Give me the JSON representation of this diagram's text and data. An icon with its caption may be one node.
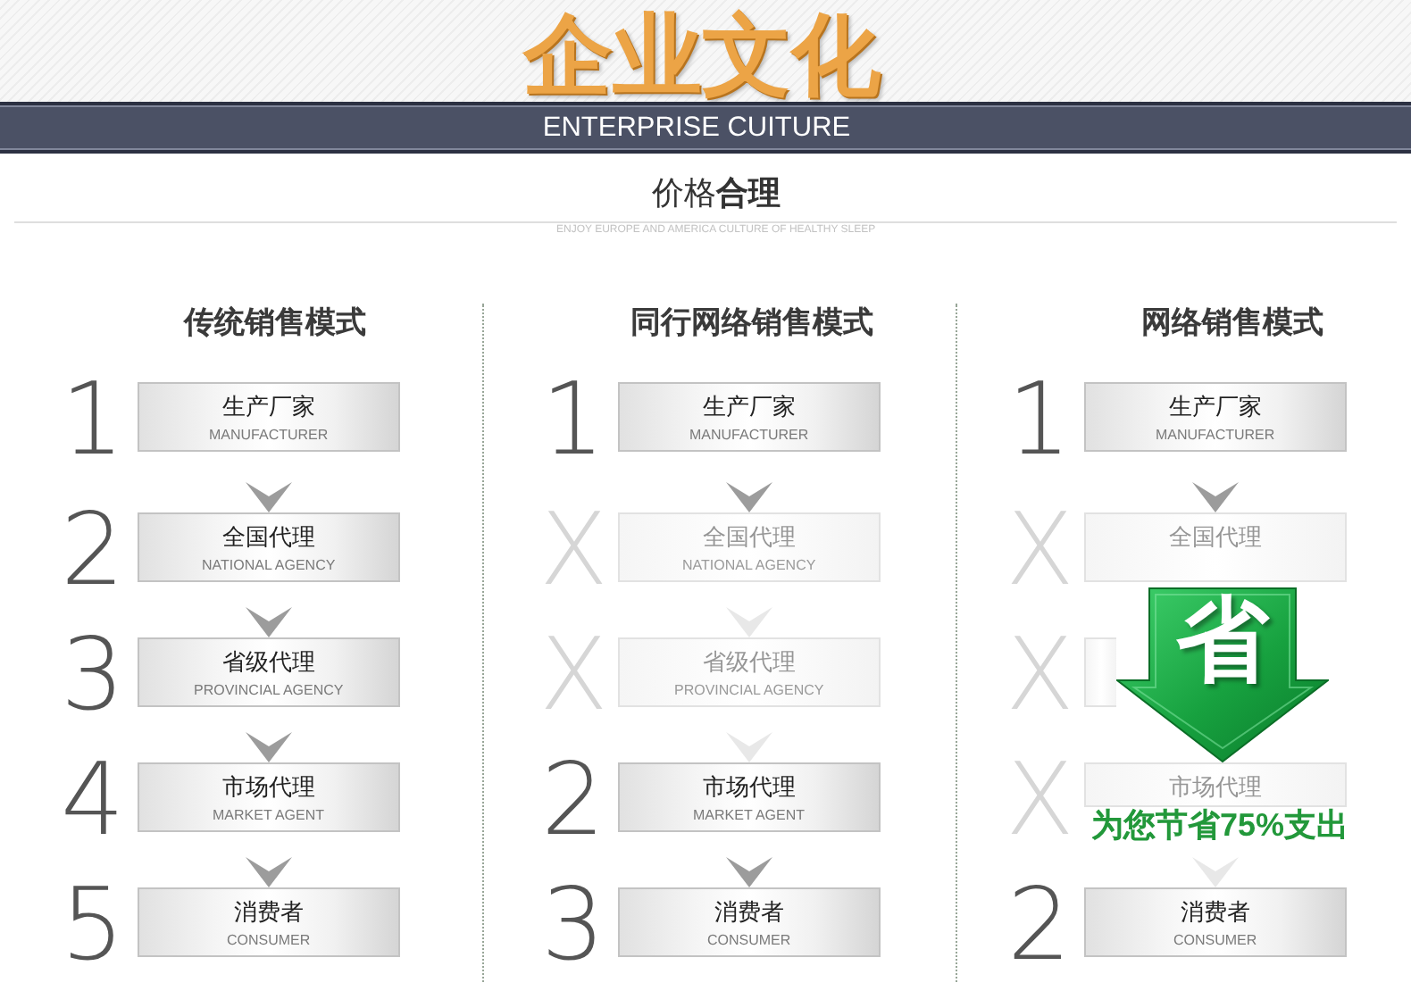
{
  "diagram": {
    "title": "企业文化",
    "nodes": [
      {
        "text": [
          "生产厂家",
          "MANUFACTURER"
        ],
        "beside": [
          "1"
        ]
      },
      {
        "text": [
          "全国代理",
          "NATIONAL AGENCY"
        ],
        "beside": [
          "2"
        ]
      },
      {
        "text": [
          "省级代理",
          "PROVINCIAL AGENCY"
        ],
        "beside": [
          "3"
        ]
      },
      {
        "text": [
          "市场代理",
          "MARKET AGENT"
        ],
        "beside": [
          "4"
        ]
      },
      {
        "text": [
          "消费者",
          "CONSUMER"
        ],
        "beside": [
          "5"
        ]
      },
      {
        "text": [
          "生产厂家",
          "MANUFACTURER"
        ],
        "beside": [
          "1"
        ]
      },
      {
        "text": [
          "全国代理",
          "NATIONAL AGENCY"
        ],
        "beside": [
          "X"
        ]
      },
      {
        "text": [
          "省级代理",
          "PROVINCIAL AGENCY"
        ],
        "beside": [
          "X"
        ]
      },
      {
        "text": [
          "市场代理",
          "MARKET AGENT"
        ],
        "beside": [
          "2"
        ]
      },
      {
        "text": [
          "消费者",
          "CONSUMER"
        ],
        "beside": [
          "3"
        ]
      },
      {
        "text": [
          "生产厂家",
          "MANUFACTURER"
        ],
        "beside": [
          "1"
        ]
      },
      {
        "text": [
          "全国代理"
        ],
        "beside": [
          "X"
        ]
      },
      {
        "text": [],
        "shape": "box",
        "beside": [
          "X"
        ]
      },
      {
        "text": [
          "市场代理"
        ],
        "beside": [
          "X"
        ]
      },
      {
        "text": [
          "消费者",
          "CONSUMER"
        ],
        "beside": [
          "2"
        ]
      },
      {
        "text": [
          "省"
        ]
      }
    ],
    "edges": [
      {
        "from": 0,
        "to": 1,
        "arrow": "to"
      },
      {
        "from": 1,
        "to": 2,
        "arrow": "to"
      },
      {
        "from": 2,
        "to": 3,
        "arrow": "to"
      },
      {
        "from": 3,
        "to": 4,
        "arrow": "to"
      },
      {
        "from": 5,
        "to": 6,
        "arrow": "to"
      },
      {
        "from": 6,
        "to": 7,
        "arrow": "to",
        "color": "#e8e8e8"
      },
      {
        "from": 7,
        "to": 8,
        "arrow": "to",
        "color": "#e8e8e8"
      },
      {
        "from": 8,
        "to": 9,
        "arrow": "to"
      },
      {
        "from": 10,
        "to": 11,
        "arrow": "to"
      },
      {
        "from": 13,
        "to": 14,
        "arrow": "to",
        "color": "#e8e8e8"
      }
    ],
    "labels": [
      "ENTERPRISE CUITURE",
      "价格**合理**",
      "ENJOY EUROPE AND AMERICA CULTURE OF HEALTHY SLEEP",
      "传统销售模式",
      "同行网络销售模式",
      "网络销售模式",
      "为您节省75%支出"
    ]
  }
}
